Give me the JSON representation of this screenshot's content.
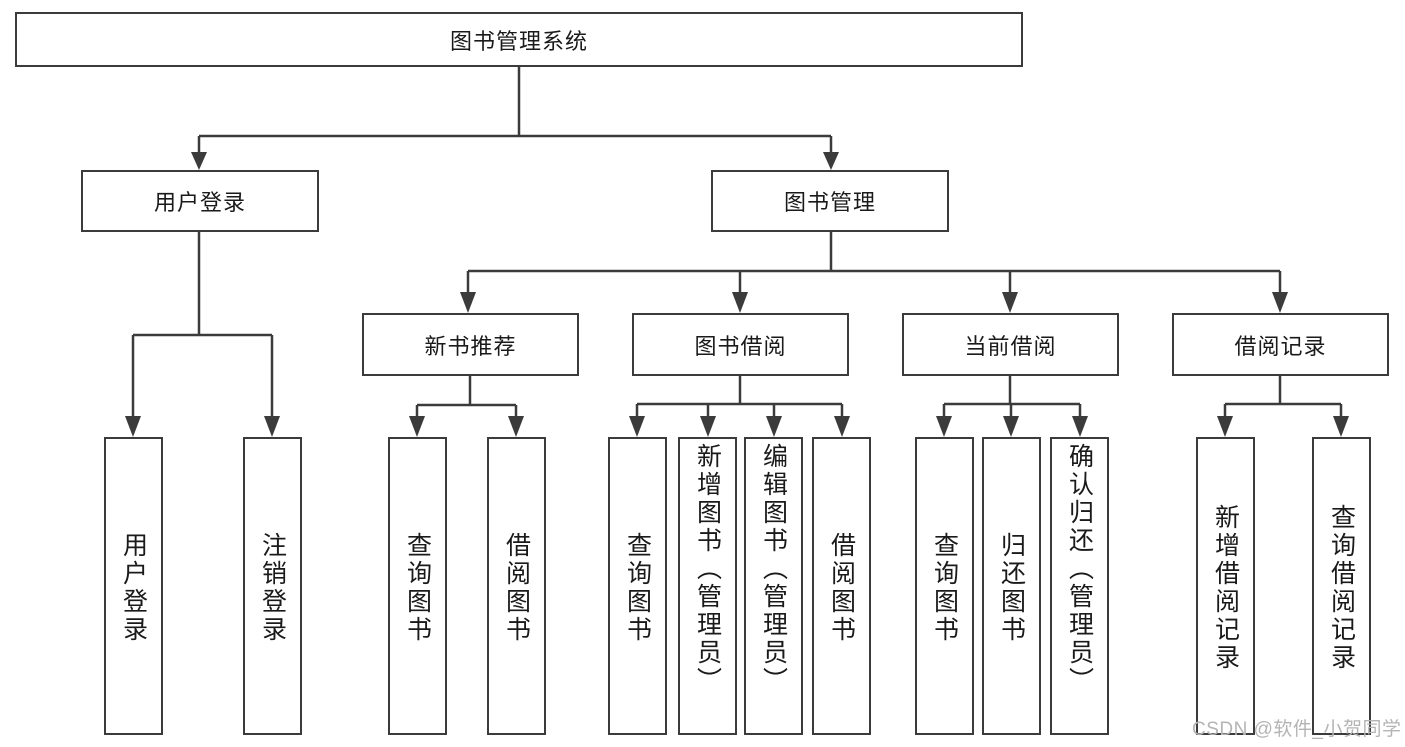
{
  "diagram": {
    "type": "tree-hierarchy",
    "title": "图书管理系统",
    "root": {
      "id": "root",
      "label": "图书管理系统"
    },
    "level2": [
      {
        "id": "user-login",
        "label": "用户登录"
      },
      {
        "id": "book-management",
        "label": "图书管理"
      }
    ],
    "level3": [
      {
        "id": "new-book-recommend",
        "label": "新书推荐",
        "parent": "book-management"
      },
      {
        "id": "book-borrow",
        "label": "图书借阅",
        "parent": "book-management"
      },
      {
        "id": "current-borrow",
        "label": "当前借阅",
        "parent": "book-management"
      },
      {
        "id": "borrow-record",
        "label": "借阅记录",
        "parent": "book-management"
      }
    ],
    "leaves": [
      {
        "id": "leaf-user-login",
        "label": "用户登录",
        "parent": "user-login"
      },
      {
        "id": "leaf-logout-login",
        "label": "注销登录",
        "parent": "user-login"
      },
      {
        "id": "leaf-query-book-1",
        "label": "查询图书",
        "parent": "new-book-recommend"
      },
      {
        "id": "leaf-borrow-book-1",
        "label": "借阅图书",
        "parent": "new-book-recommend"
      },
      {
        "id": "leaf-query-book-2",
        "label": "查询图书",
        "parent": "book-borrow"
      },
      {
        "id": "leaf-add-book",
        "label": "新增图书（管理员）",
        "parent": "book-borrow"
      },
      {
        "id": "leaf-edit-book",
        "label": "编辑图书（管理员）",
        "parent": "book-borrow"
      },
      {
        "id": "leaf-borrow-book-2",
        "label": "借阅图书",
        "parent": "book-borrow"
      },
      {
        "id": "leaf-query-book-3",
        "label": "查询图书",
        "parent": "current-borrow"
      },
      {
        "id": "leaf-return-book",
        "label": "归还图书",
        "parent": "current-borrow"
      },
      {
        "id": "leaf-confirm-return",
        "label": "确认归还（管理员）",
        "parent": "current-borrow"
      },
      {
        "id": "leaf-add-borrow-record",
        "label": "新增借阅记录",
        "parent": "borrow-record"
      },
      {
        "id": "leaf-query-borrow-record",
        "label": "查询借阅记录",
        "parent": "borrow-record"
      }
    ],
    "colors": {
      "stroke": "#3b3b3b",
      "fill": "#ffffff",
      "text": "#1a1a1a",
      "watermark": "#b4b4b4"
    }
  },
  "watermark": {
    "text": "CSDN @软件_小贺同学"
  }
}
